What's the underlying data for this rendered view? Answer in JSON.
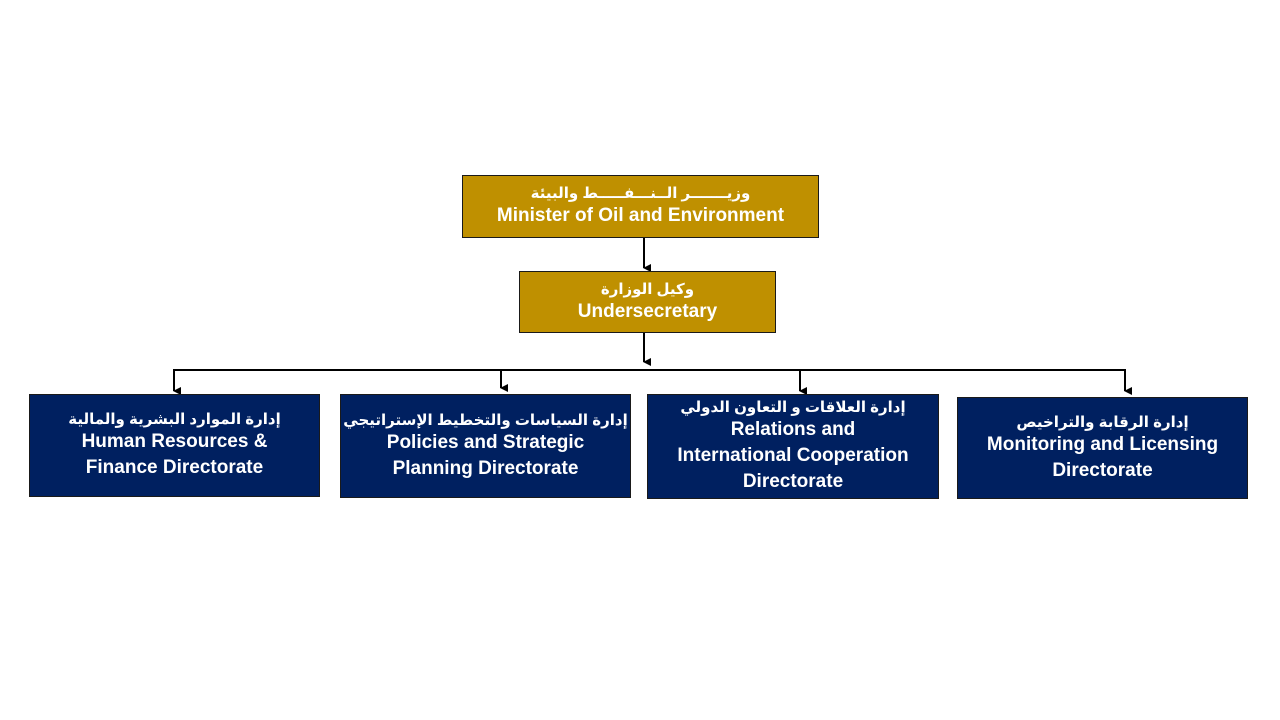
{
  "minister": {
    "ar": "وزيـــــــر الــنـــفـــــط والبيئة",
    "en": "Minister of Oil and Environment"
  },
  "undersecretary": {
    "ar": "وكيل الوزارة",
    "en": "Undersecretary"
  },
  "directorates": [
    {
      "ar": "إدارة الموارد البشرية والمالية",
      "en_1": "Human Resources &",
      "en_2": "Finance Directorate",
      "en_3": ""
    },
    {
      "ar": "إدارة السياسات والتخطيط  الإستراتيجي",
      "en_1": "Policies and Strategic",
      "en_2": "Planning Directorate",
      "en_3": ""
    },
    {
      "ar": "إدارة العلاقات و التعاون الدولي",
      "en_1": "Relations and",
      "en_2": "International Cooperation",
      "en_3": "Directorate"
    },
    {
      "ar": "إدارة الرقابة  والتراخيص",
      "en_1": "Monitoring and Licensing",
      "en_2": "Directorate",
      "en_3": ""
    }
  ],
  "colors": {
    "gold": "#bf9000",
    "navy": "#002060",
    "line": "#000000"
  }
}
